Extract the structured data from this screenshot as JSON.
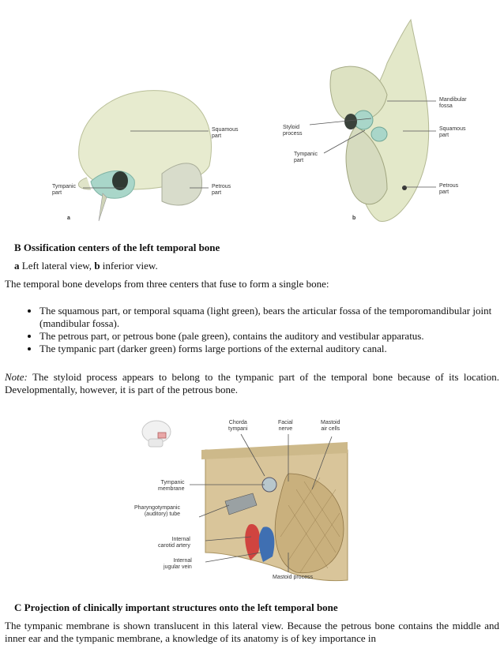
{
  "figure_b": {
    "panel_a": {
      "letter": "a",
      "labels": {
        "squamous": "Squamous\npart",
        "tympanic": "Tympanic\npart",
        "petrous": "Petrous\npart"
      }
    },
    "panel_b": {
      "letter": "b",
      "labels": {
        "mandibular": "Mandibular\nfossa",
        "styloid": "Styloid\nprocess",
        "squamous": "Squamous\npart",
        "tympanic": "Tympanic\npart",
        "petrous": "Petrous\npart"
      }
    },
    "title": "B Ossification centers of the left temporal bone",
    "subtitle_a": "a",
    "subtitle_a_text": " Left lateral view, ",
    "subtitle_b": "b",
    "subtitle_b_text": " inferior view."
  },
  "intro_paragraph": "The temporal bone develops from three centers that fuse to form a single bone:",
  "bullets": [
    "The squamous part, or temporal squama (light green), bears the articular fossa of the temporomandibular joint (mandibular fossa).",
    "The petrous part, or petrous bone (pale green), contains the auditory and vestibular apparatus.",
    "The tympanic part (darker green) forms large portions of the external auditory canal."
  ],
  "note": {
    "label": "Note:",
    "text": " The styloid process appears to belong to the tympanic part of the temporal bone because of its location. Developmentally, however, it is part of the petrous bone."
  },
  "figure_c": {
    "labels": {
      "chorda": "Chorda\ntympani",
      "facial": "Facial\nnerve",
      "mastoid_cells": "Mastoid\nair cells",
      "tympanic_membrane": "Tympanic\nmembrane",
      "pharyngotympanic": "Pharyngotympanic\n(auditory) tube",
      "carotid": "Internal\ncarotid artery",
      "jugular": "Internal\njugular vein",
      "mastoid_process": "Mastoid process"
    },
    "title": "C Projection of clinically important structures onto the left temporal bone"
  },
  "final_paragraph": "The tympanic membrane is shown translucent in this lateral view. Because the petrous bone contains the middle and inner ear and the tympanic membrane, a knowledge of its anatomy is of key importance in"
}
